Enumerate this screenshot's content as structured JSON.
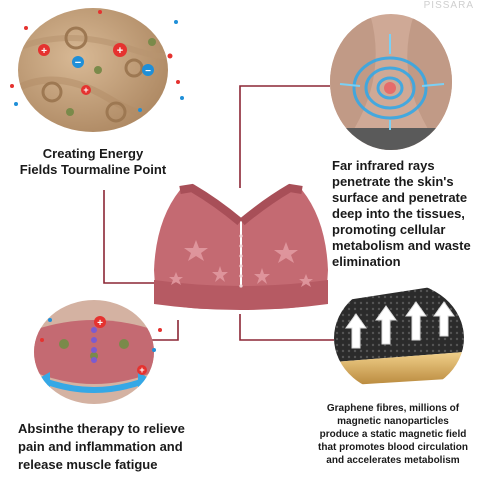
{
  "watermark": "PISSARA",
  "captions": {
    "top_left": "Creating Energy\nFields Tourmaline Point",
    "top_right": "Far infrared rays penetrate the skin's surface and penetrate deep into the tissues, promoting cellular metabolism and waste elimination",
    "bottom_left": "Absinthe therapy to relieve pain and inflammation and release muscle fatigue",
    "bottom_right": "Graphene fibres, millions of magnetic nanoparticles produce a static magnetic field that promotes blood circulation and accelerates metabolism"
  },
  "colors": {
    "connector": "#8c2635",
    "bra": "#c46a72",
    "bra_dark": "#a84f58",
    "fabric": "#c9a783",
    "skin": "#d7b4a0",
    "ion_red": "#e5322f",
    "ion_blue": "#1f8fd8",
    "ring_blue": "#35a8e6",
    "graphene_gold": "#d9b064"
  },
  "icons": {
    "plus_ion": "plus-ion-icon",
    "minus_ion": "minus-ion-icon",
    "upward_arrow": "up-arrow-icon",
    "wrap_arrow": "wrap-arrow-icon"
  }
}
